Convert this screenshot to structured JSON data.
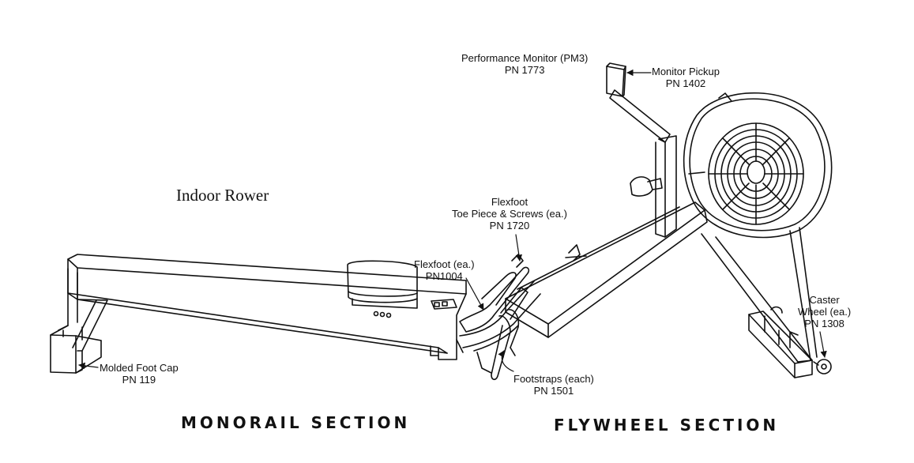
{
  "diagram": {
    "title": "Indoor Rower",
    "sections": {
      "monorail": "MONORAIL SECTION",
      "flywheel": "FLYWHEEL SECTION"
    },
    "parts": {
      "performance_monitor": {
        "name": "Performance Monitor (PM3)",
        "pn": "PN 1773"
      },
      "monitor_pickup": {
        "name": "Monitor Pickup",
        "pn": "PN 1402"
      },
      "toe_piece": {
        "name_line1": "Flexfoot",
        "name_line2": "Toe Piece & Screws (ea.)",
        "pn": "PN 1720"
      },
      "flexfoot": {
        "name": "Flexfoot (ea.)",
        "pn": "PN1004"
      },
      "caster_wheel": {
        "name_line1": "Caster",
        "name_line2": "Wheel (ea.)",
        "pn": "PN 1308"
      },
      "molded_foot_cap": {
        "name": "Molded Foot Cap",
        "pn": "PN 119"
      },
      "footstraps": {
        "name": "Footstraps (each)",
        "pn": "PN 1501"
      }
    }
  }
}
